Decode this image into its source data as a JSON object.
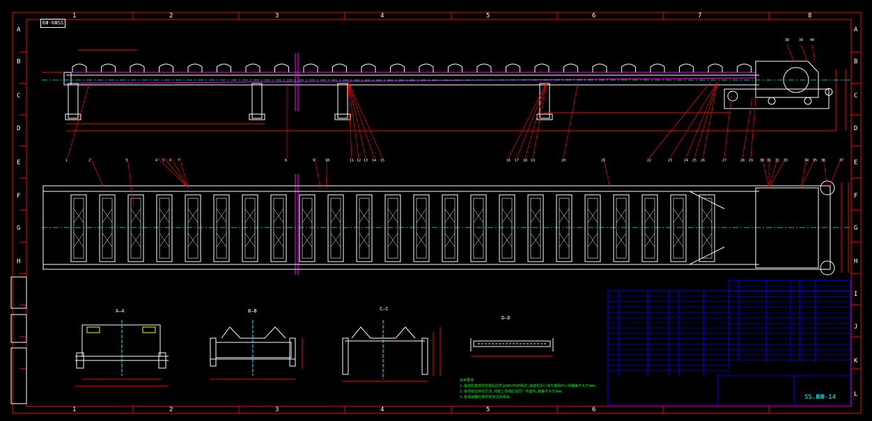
{
  "sheet": {
    "title_stamp": "6Ⅲ-6ⅢSS",
    "drawing_number": "SS.ⅢⅢ-14",
    "column_numbers": [
      "1",
      "2",
      "3",
      "4",
      "5",
      "6",
      "7",
      "8"
    ],
    "row_letters": [
      "A",
      "B",
      "C",
      "D",
      "E",
      "F",
      "G",
      "H",
      "I",
      "J",
      "K",
      "L"
    ]
  },
  "section_titles": [
    "A—A",
    "B—B",
    "C—C",
    "D—D"
  ],
  "callouts_top": [
    "1",
    "2",
    "3",
    "4",
    "5",
    "6",
    "7",
    "8",
    "9",
    "10",
    "11",
    "12",
    "13",
    "14",
    "15",
    "16",
    "17",
    "18",
    "19",
    "20",
    "21",
    "22",
    "23",
    "24",
    "25",
    "26",
    "27",
    "28",
    "29",
    "30",
    "31",
    "32",
    "33",
    "34",
    "35",
    "36",
    "37",
    "38",
    "39",
    "40"
  ],
  "colors": {
    "frame": "#ff0000",
    "outline": "#ffffff",
    "centerline": "#00ffff",
    "belt": "#ff00ff",
    "leaders": "#ff0000",
    "table_lines": "#0000ff",
    "notes_text": "#00ff00",
    "accent": "#ffff00"
  },
  "notes_title": "技术要求",
  "notes": [
    "1.输送机各部件安装后应符合GB10595规定,输送机中心线与基础中心线偏差不大于2mm。",
    "2.各托辊应转动灵活,托辊上母线应在同一平面内,偏差不大于2mm。",
    "3.各减速器应按规定加注润滑油。"
  ]
}
